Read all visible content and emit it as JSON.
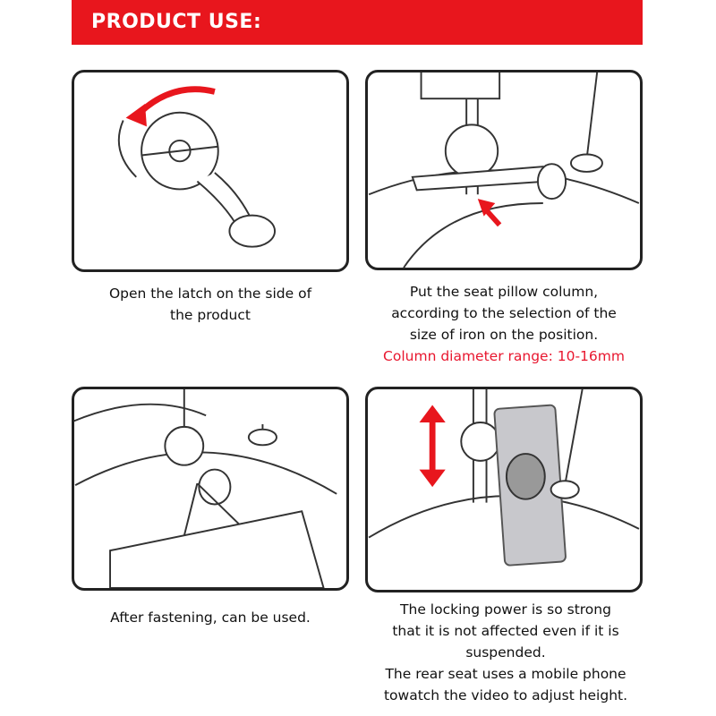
{
  "header": {
    "title": "PRODUCT USE:"
  },
  "colors": {
    "accent": "#e8161d",
    "note": "#e8162e"
  },
  "steps": [
    {
      "lines": [
        "Open the latch on the side of",
        "the product"
      ]
    },
    {
      "lines": [
        "Put the seat pillow column,",
        "according to the selection of the",
        "size of iron on the position."
      ],
      "note": "Column diameter range: 10-16mm"
    },
    {
      "lines": [
        "After fastening, can be used."
      ]
    },
    {
      "lines": [
        "The locking power is so strong",
        "that it is not affected even if it is",
        "suspended.",
        "The rear seat uses a mobile phone",
        "towatch the video to adjust height."
      ]
    }
  ]
}
